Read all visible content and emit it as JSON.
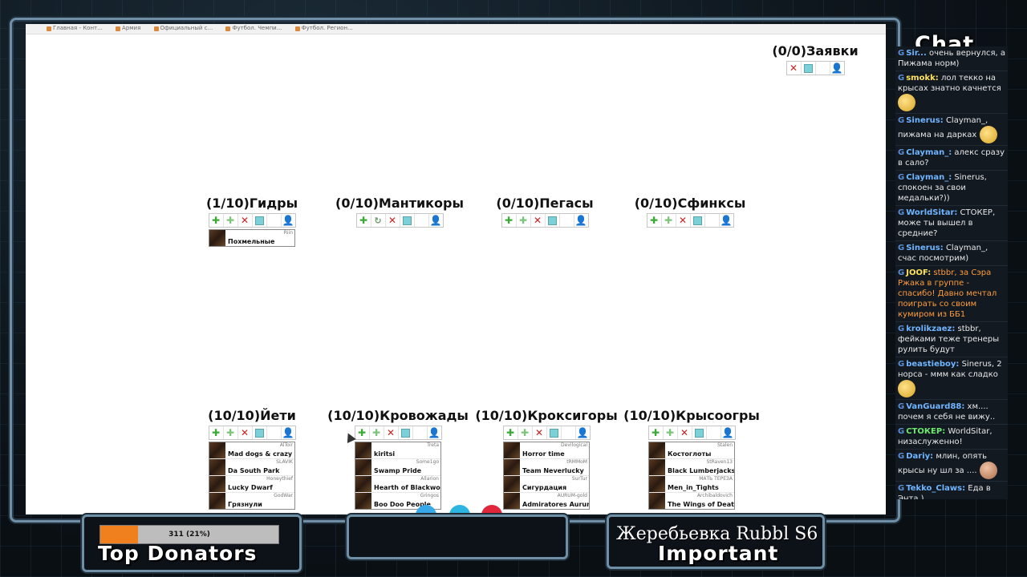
{
  "chat": {
    "title": "Chat",
    "messages": [
      {
        "nick": "Sir...",
        "nick_color": "#6fb5ff",
        "text": "очень вернулся, а Пижама норм)"
      },
      {
        "nick": "smokk:",
        "nick_color": "#ffe35a",
        "text": "лол текко на крысах знатно качнется",
        "emote": "smile-emote"
      },
      {
        "nick": "Sinerus:",
        "nick_color": "#6fb5ff",
        "text": "Clayman_, пижама на дарках",
        "emote": "grin-emote"
      },
      {
        "nick": "Clayman_:",
        "nick_color": "#6fb5ff",
        "text": "алекс сразу в сало?"
      },
      {
        "nick": "Clayman_:",
        "nick_color": "#6fb5ff",
        "text": "Sinerus, спокоен за свои медальки?))"
      },
      {
        "nick": "WorldSitar:",
        "nick_color": "#6fb5ff",
        "text": "СТОКЕР, може ты вышел в средние?"
      },
      {
        "nick": "Sinerus:",
        "nick_color": "#6fb5ff",
        "text": "Clayman_, счас посмотрим)"
      },
      {
        "nick": "JOOF:",
        "nick_color": "#ffe35a",
        "text": "stbbr, за Сэра Ржака в группе - спасибо! Давно мечтал поиграть со своим кумиром из ББ1",
        "text_color": "#ff9d3a"
      },
      {
        "nick": "krolikzaez:",
        "nick_color": "#6fb5ff",
        "text": "stbbr, фейками теже тренеры рулить будут"
      },
      {
        "nick": "beastieboy:",
        "nick_color": "#6fb5ff",
        "text": "Sinerus, 2 норса - ммм как сладко",
        "emote": "santa-emote"
      },
      {
        "nick": "VanGuard88:",
        "nick_color": "#6fb5ff",
        "text": "хм.... почем я себя не вижу.."
      },
      {
        "nick": "СТОКЕР:",
        "nick_color": "#6fe86f",
        "text": "WorldSitar, низаслуженно!"
      },
      {
        "nick": "Dariy:",
        "nick_color": "#6fb5ff",
        "text": "млин, опять крысы ну шл за ....",
        "emote": "bald-emote"
      },
      {
        "nick": "Tekko_Claws:",
        "nick_color": "#6fb5ff",
        "text": "Еда в Энта )"
      }
    ]
  },
  "bookmarks": [
    "Главная - Конт...",
    "Армия",
    "Официальный с...",
    "Футбол. Чемпи...",
    "Футбол. Регион..."
  ],
  "applications": {
    "title": "(0/0)Заявки"
  },
  "groups": [
    {
      "title": "(1/10)Гидры",
      "teams": [
        {
          "coach": "Riin",
          "name": "Похмельные"
        }
      ]
    },
    {
      "title": "(0/10)Мантикоры",
      "teams": []
    },
    {
      "title": "(0/10)Пегасы",
      "teams": []
    },
    {
      "title": "(0/10)Сфинксы",
      "teams": []
    },
    {
      "title": "(10/10)Йети",
      "teams": [
        {
          "coach": "AlToir",
          "name": "Mad dogs & crazy f..."
        },
        {
          "coach": "SLAVIK",
          "name": "Da South Park"
        },
        {
          "coach": "Honeythief",
          "name": "Lucky Dwarf"
        },
        {
          "coach": "GodWar",
          "name": "Грязнули"
        }
      ]
    },
    {
      "title": "(10/10)Кровожады",
      "teams": [
        {
          "coach": "Treta",
          "name": "kiritsi"
        },
        {
          "coach": "Some1go",
          "name": "Swamp Pride"
        },
        {
          "coach": "Allarion",
          "name": "Hearth of Blackwoo..."
        },
        {
          "coach": "Gringos",
          "name": "Boo Doo People"
        }
      ]
    },
    {
      "title": "(10/10)Кроксигоры",
      "teams": [
        {
          "coach": "Devilogical",
          "name": "Horror time"
        },
        {
          "coach": "tRMMoM",
          "name": "Team Neverlucky"
        },
        {
          "coach": "SurTur",
          "name": "Сигурдация"
        },
        {
          "coach": "AURUM-gold",
          "name": "Admiratores Aurum"
        }
      ]
    },
    {
      "title": "(10/10)Крысоогры",
      "teams": [
        {
          "coach": "Stalen",
          "name": "Костоглоты"
        },
        {
          "coach": "StRaven13",
          "name": "Black Lumberjacks"
        },
        {
          "coach": "МАТЬ ТЕРЕЗА",
          "name": "Men_in_Tights"
        },
        {
          "coach": "Archibaldovich",
          "name": "The Wings of Death"
        }
      ]
    }
  ],
  "donation": {
    "progress_text": "311 (21%)",
    "progress_fraction": 0.21,
    "label": "Top Donators"
  },
  "important": {
    "title": "Жеребьевка Rubbl S6",
    "label": "Important"
  },
  "colors": {
    "accent_orange": "#f0801e",
    "frame_blue": "#6e8fa5"
  }
}
